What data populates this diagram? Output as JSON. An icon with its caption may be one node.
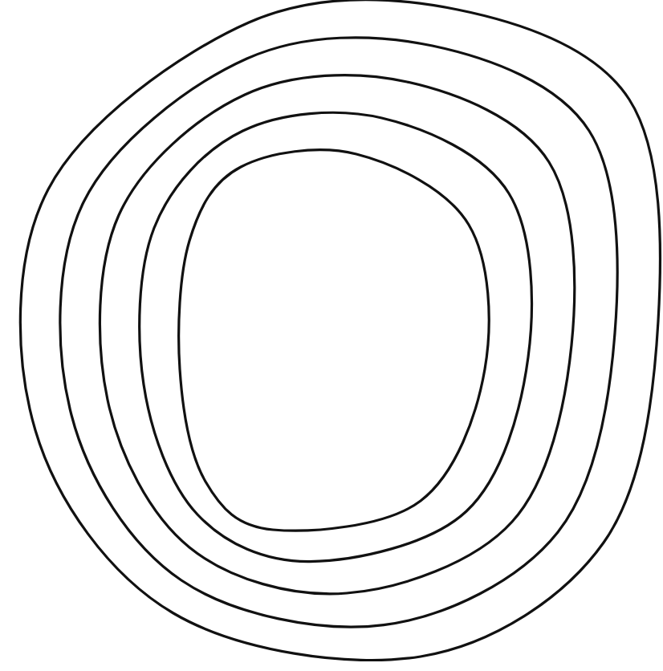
{
  "diagram": {
    "nodes": [
      {
        "text": [],
        "shape": "contour"
      },
      {
        "text": [],
        "shape": "contour",
        "in": 0
      },
      {
        "text": [],
        "shape": "contour",
        "in": 1
      },
      {
        "text": [],
        "shape": "contour",
        "in": 2
      },
      {
        "text": [],
        "shape": "contour",
        "in": 3
      }
    ]
  }
}
